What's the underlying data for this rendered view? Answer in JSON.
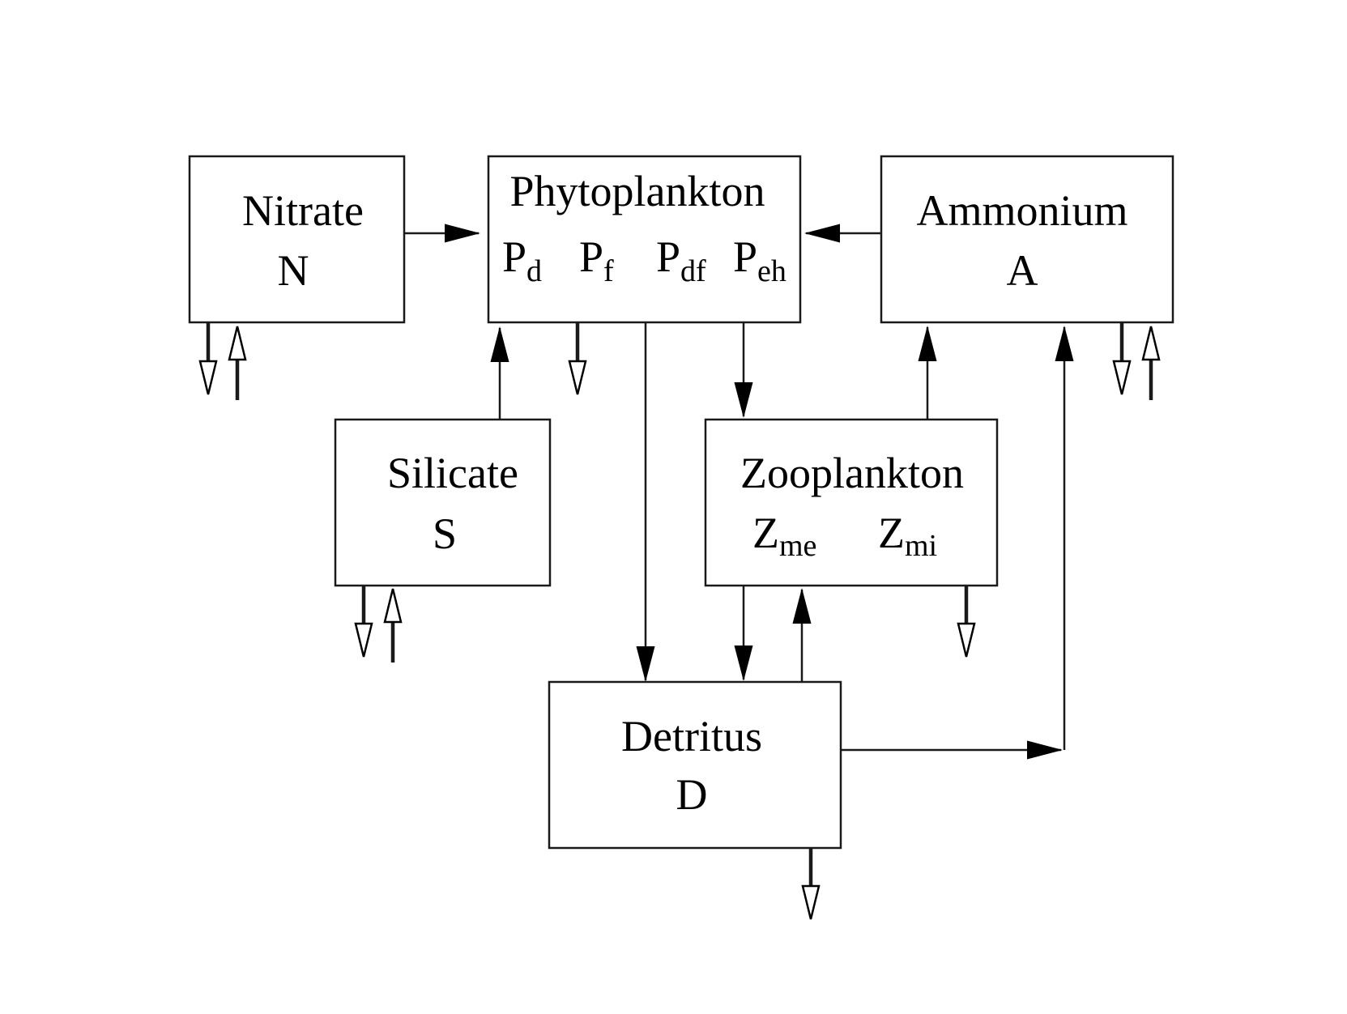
{
  "nitrate": {
    "name": "Nitrate",
    "symbol": "N"
  },
  "phytoplankton": {
    "name": "Phytoplankton",
    "groups": [
      {
        "base": "P",
        "sub": "d"
      },
      {
        "base": "P",
        "sub": "f"
      },
      {
        "base": "P",
        "sub": "df"
      },
      {
        "base": "P",
        "sub": "eh"
      }
    ]
  },
  "ammonium": {
    "name": "Ammonium",
    "symbol": "A"
  },
  "silicate": {
    "name": "Silicate",
    "symbol": "S"
  },
  "zooplankton": {
    "name": "Zooplankton",
    "groups": [
      {
        "base": "Z",
        "sub": "me"
      },
      {
        "base": "Z",
        "sub": "mi"
      }
    ]
  },
  "detritus": {
    "name": "Detritus",
    "symbol": "D"
  }
}
